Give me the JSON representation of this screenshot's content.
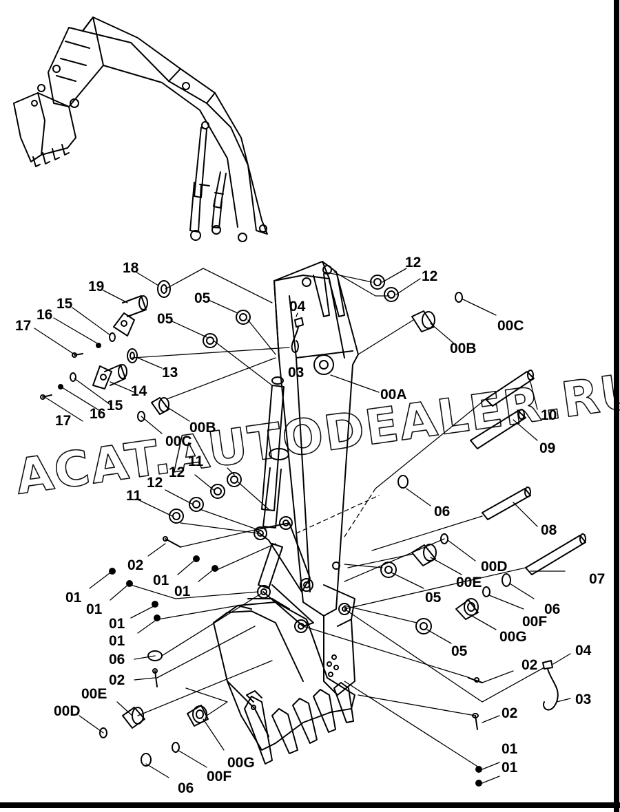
{
  "diagram": {
    "watermark": "ACAT.AUTODEALER.RU",
    "labels": [
      {
        "id": "l18",
        "text": "18"
      },
      {
        "id": "l19",
        "text": "19"
      },
      {
        "id": "l15a",
        "text": "15"
      },
      {
        "id": "l16a",
        "text": "16"
      },
      {
        "id": "l17a",
        "text": "17"
      },
      {
        "id": "l05a",
        "text": "05"
      },
      {
        "id": "l05b",
        "text": "05"
      },
      {
        "id": "l04a",
        "text": "04"
      },
      {
        "id": "l03a",
        "text": "03"
      },
      {
        "id": "l13",
        "text": "13"
      },
      {
        "id": "l14",
        "text": "14"
      },
      {
        "id": "l15b",
        "text": "15"
      },
      {
        "id": "l16b",
        "text": "16"
      },
      {
        "id": "l17b",
        "text": "17"
      },
      {
        "id": "l00Ba",
        "text": "00B"
      },
      {
        "id": "l00Ca",
        "text": "00C"
      },
      {
        "id": "l12a",
        "text": "12"
      },
      {
        "id": "l12b",
        "text": "12"
      },
      {
        "id": "l00Cb",
        "text": "00C"
      },
      {
        "id": "l00Bb",
        "text": "00B"
      },
      {
        "id": "l00A",
        "text": "00A"
      },
      {
        "id": "l10",
        "text": "10"
      },
      {
        "id": "l09",
        "text": "09"
      },
      {
        "id": "l11a",
        "text": "11"
      },
      {
        "id": "l12c",
        "text": "12"
      },
      {
        "id": "l11b",
        "text": "11"
      },
      {
        "id": "l12d",
        "text": "12"
      },
      {
        "id": "l06a",
        "text": "06"
      },
      {
        "id": "l08",
        "text": "08"
      },
      {
        "id": "l02a",
        "text": "02"
      },
      {
        "id": "l01a",
        "text": "01"
      },
      {
        "id": "l01b",
        "text": "01"
      },
      {
        "id": "l00D",
        "text": "00D"
      },
      {
        "id": "l00Ea",
        "text": "00E"
      },
      {
        "id": "l07",
        "text": "07"
      },
      {
        "id": "l01c",
        "text": "01"
      },
      {
        "id": "l01d",
        "text": "01"
      },
      {
        "id": "l05c",
        "text": "05"
      },
      {
        "id": "l06b",
        "text": "06"
      },
      {
        "id": "l00Fa",
        "text": "00F"
      },
      {
        "id": "l00Ga",
        "text": "00G"
      },
      {
        "id": "l01e",
        "text": "01"
      },
      {
        "id": "l01f",
        "text": "01"
      },
      {
        "id": "l05d",
        "text": "05"
      },
      {
        "id": "l06c",
        "text": "06"
      },
      {
        "id": "l02b",
        "text": "02"
      },
      {
        "id": "l04b",
        "text": "04"
      },
      {
        "id": "l02c",
        "text": "02"
      },
      {
        "id": "l03b",
        "text": "03"
      },
      {
        "id": "l00Eb",
        "text": "00E"
      },
      {
        "id": "l00Db",
        "text": "00D"
      },
      {
        "id": "l02d",
        "text": "02"
      },
      {
        "id": "l00Gb",
        "text": "00G"
      },
      {
        "id": "l00Fb",
        "text": "00F"
      },
      {
        "id": "l06d",
        "text": "06"
      },
      {
        "id": "l01g",
        "text": "01"
      },
      {
        "id": "l01h",
        "text": "01"
      }
    ]
  }
}
